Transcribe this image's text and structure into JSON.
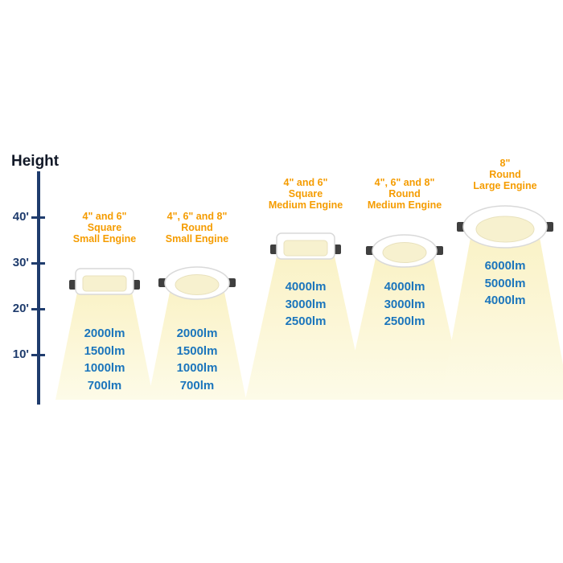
{
  "axis": {
    "title": "Height",
    "ticks": [
      "40'",
      "30'",
      "20'",
      "10'"
    ]
  },
  "groups": [
    {
      "name": [
        "4\" and 6\"",
        "Square",
        "Small Engine"
      ],
      "fixture_shape": "square",
      "lumens": [
        "2000lm",
        "1500lm",
        "1000lm",
        "700lm"
      ]
    },
    {
      "name": [
        "4\", 6\" and 8\"",
        "Round",
        "Small Engine"
      ],
      "fixture_shape": "round",
      "lumens": [
        "2000lm",
        "1500lm",
        "1000lm",
        "700lm"
      ]
    },
    {
      "name": [
        "4\" and 6\"",
        "Square",
        "Medium Engine"
      ],
      "fixture_shape": "square",
      "lumens": [
        "4000lm",
        "3000lm",
        "2500lm"
      ]
    },
    {
      "name": [
        "4\", 6\" and 8\"",
        "Round",
        "Medium Engine"
      ],
      "fixture_shape": "round",
      "lumens": [
        "4000lm",
        "3000lm",
        "2500lm"
      ]
    },
    {
      "name": [
        "8\"",
        "Round",
        "Large Engine"
      ],
      "fixture_shape": "round-large",
      "lumens": [
        "6000lm",
        "5000lm",
        "4000lm"
      ]
    }
  ],
  "colors": {
    "label_orange": "#F59C00",
    "lumen_blue": "#1B75BC",
    "axis_navy": "#1F3C6D",
    "cone_yellow": "#FCF7D9",
    "background": "#FFFFFF"
  }
}
